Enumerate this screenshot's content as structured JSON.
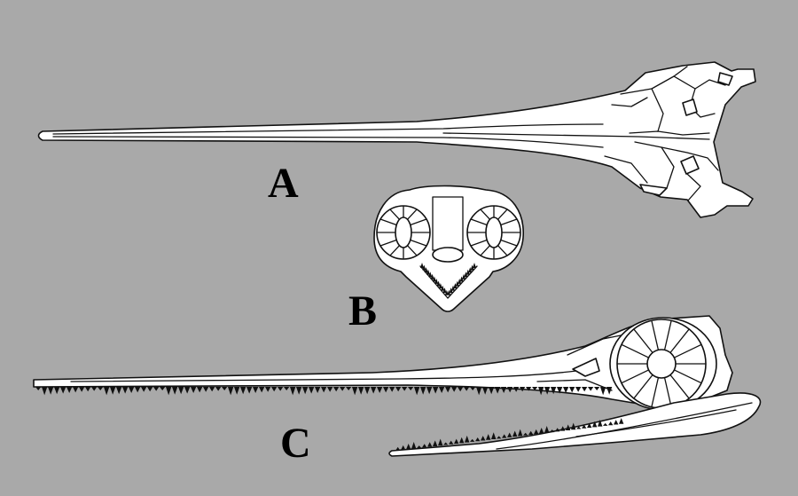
{
  "figure": {
    "background": "#a9a9a9",
    "panels": [
      {
        "id": "A",
        "label": "A"
      },
      {
        "id": "B",
        "label": "B"
      },
      {
        "id": "C",
        "label": "C"
      }
    ]
  }
}
